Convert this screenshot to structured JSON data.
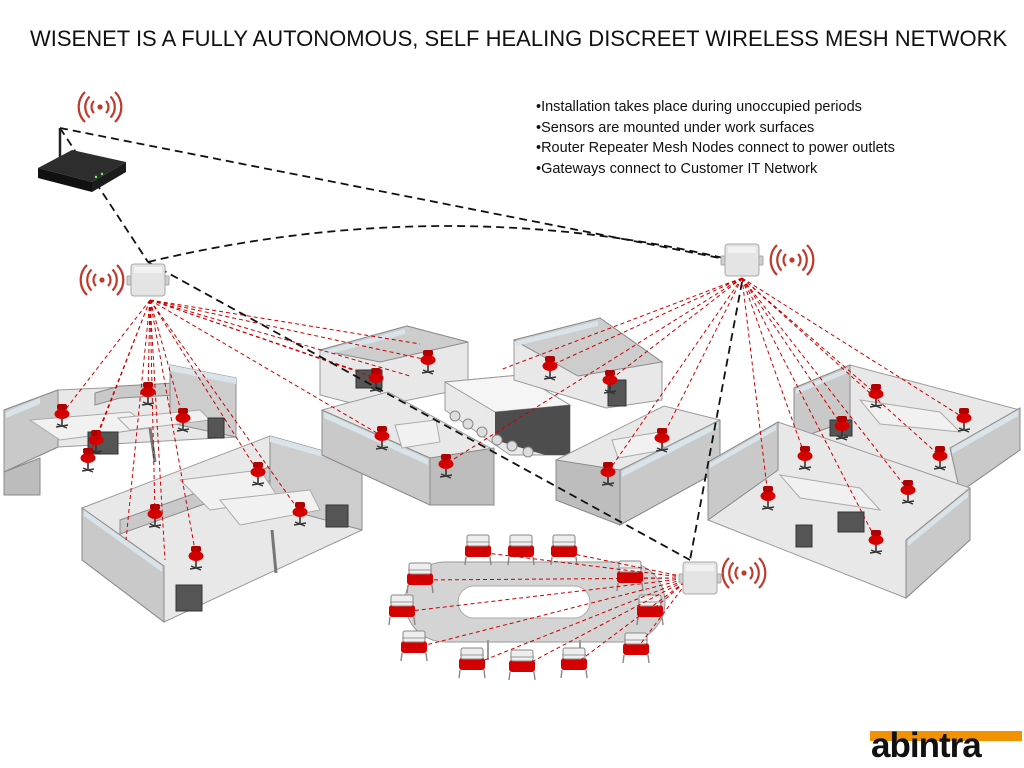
{
  "title": "WISENET IS A FULLY AUTONOMOUS, SELF HEALING DISCREET WIRELESS  MESH NETWORK",
  "bullets": [
    "Installation takes place during  unoccupied periods",
    "Sensors are mounted under work surfaces",
    "Router Repeater Mesh Nodes connect to power outlets",
    "Gateways connect to Customer IT Network"
  ],
  "logo": {
    "text": "abintra",
    "accent_color": "#f39200"
  },
  "colors": {
    "backbone_link": "#111111",
    "sensor_link": "#cc0000",
    "signal": "#c0392b",
    "chair": "#d40000",
    "panel": "#c9c9c9",
    "desk": "#e6e6e6"
  },
  "icons": {
    "gateway": "wireless-router-icon",
    "node": "mesh-node-icon",
    "signal": "wireless-signal-icon",
    "chair": "office-chair-icon"
  }
}
